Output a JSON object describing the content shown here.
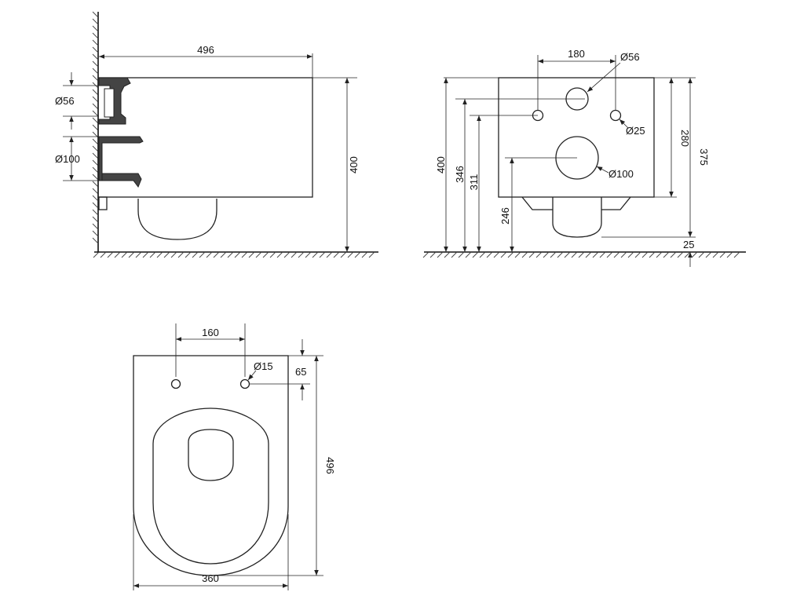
{
  "side_view": {
    "dim_length": "496",
    "dim_height": "400",
    "dim_d_small": "Ø56",
    "dim_d_large": "Ø100"
  },
  "front_view": {
    "dim_hole_spacing": "180",
    "dim_d_top": "Ø56",
    "dim_d_right": "Ø25",
    "dim_d_center": "Ø100",
    "dim_400": "400",
    "dim_346": "346",
    "dim_311": "311",
    "dim_246": "246",
    "dim_280": "280",
    "dim_375": "375",
    "dim_25": "25"
  },
  "top_view": {
    "dim_hole_spacing": "160",
    "dim_hole_d": "Ø15",
    "dim_hole_offset": "65",
    "dim_length": "496",
    "dim_width": "360"
  },
  "colors": {
    "line": "#222222",
    "fill_dark": "#444444",
    "background": "#ffffff"
  }
}
